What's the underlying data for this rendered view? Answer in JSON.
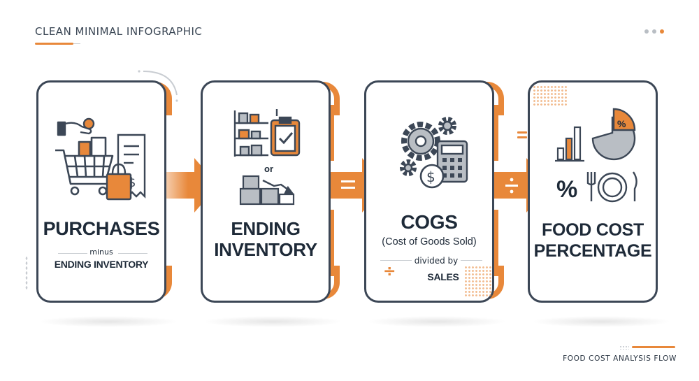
{
  "header": {
    "title": "CLEAN MINIMAL INFOGRAPHIC"
  },
  "footer": {
    "label": "FOOD COST ANALYSIS FLOW"
  },
  "steps": [
    {
      "title": "PURCHASES",
      "connector": "minus",
      "subtitle": "ENDING INVENTORY"
    },
    {
      "title_line1": "ENDING",
      "title_line2": "INVENTORY",
      "icon_connector": "or"
    },
    {
      "title": "COGS",
      "subtitle": "(Cost of Goods Sold)",
      "connector": "divided by",
      "operand": "SALES"
    },
    {
      "title_line1": "FOOD COST",
      "title_line2": "PERCENTAGE",
      "icon_percent": "%",
      "icon_pie_label": "%"
    }
  ],
  "symbols": {
    "divide": "÷",
    "equals": "="
  },
  "icons": [
    "hand-coin-icon",
    "shopping-cart-icon",
    "receipt-icon",
    "shopping-bag-icon",
    "shelf-icon",
    "clipboard-check-icon",
    "boxes-icon",
    "gears-icon",
    "calculator-icon",
    "dollar-coin-icon",
    "bar-chart-icon",
    "pie-chart-icon",
    "plate-cutlery-icon"
  ],
  "colors": {
    "accent": "#e8883a",
    "ink": "#1e2a38",
    "outline": "#3c4756",
    "muted": "#b9bec4"
  }
}
